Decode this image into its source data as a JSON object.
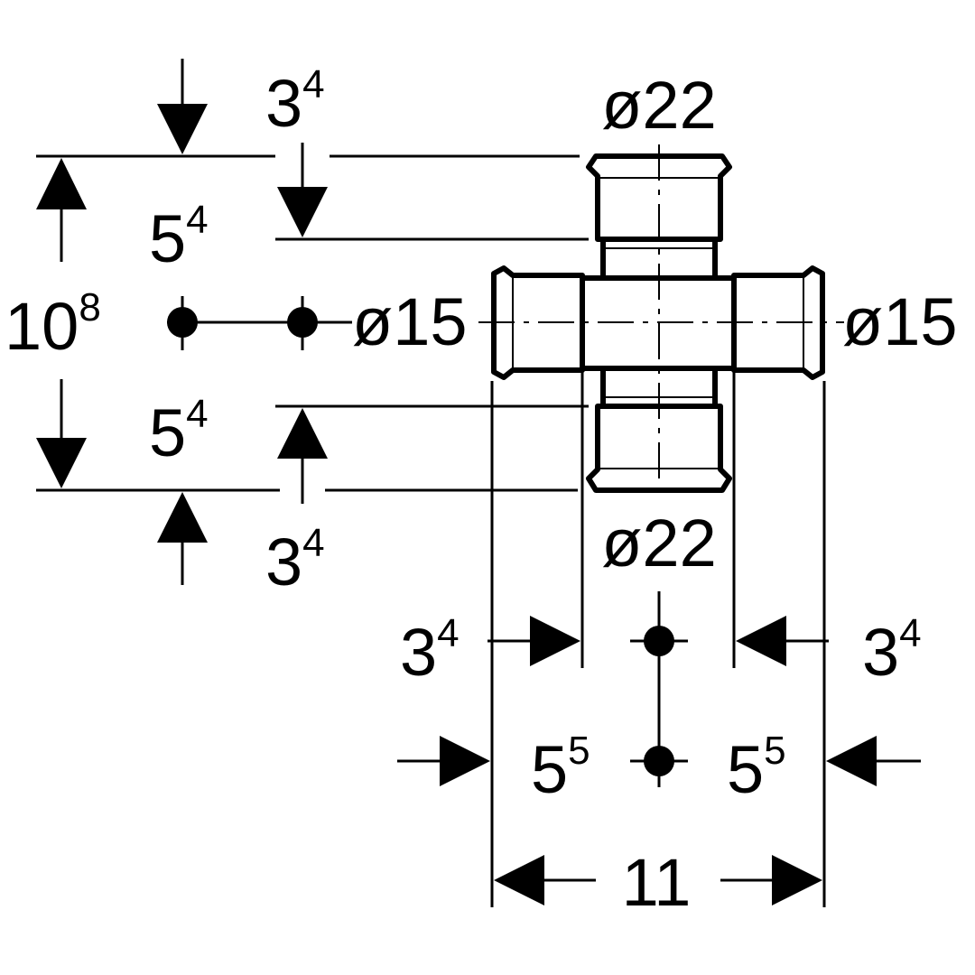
{
  "title": "Cross fitting dimensional drawing",
  "labels": {
    "top_outer": {
      "base": "3",
      "sup": "4"
    },
    "top_inner": {
      "base": "5",
      "sup": "4"
    },
    "overall_height": {
      "base": "10",
      "sup": "8"
    },
    "bottom_inner": {
      "base": "5",
      "sup": "4"
    },
    "bottom_outer": {
      "base": "3",
      "sup": "4"
    },
    "dia_top": "ø22",
    "dia_bottom": "ø22",
    "dia_left": "ø15",
    "dia_right": "ø15",
    "left_socket": {
      "base": "3",
      "sup": "4"
    },
    "right_socket": {
      "base": "3",
      "sup": "4"
    },
    "left_half": {
      "base": "5",
      "sup": "5"
    },
    "right_half": {
      "base": "5",
      "sup": "5"
    },
    "overall_width": "11"
  }
}
